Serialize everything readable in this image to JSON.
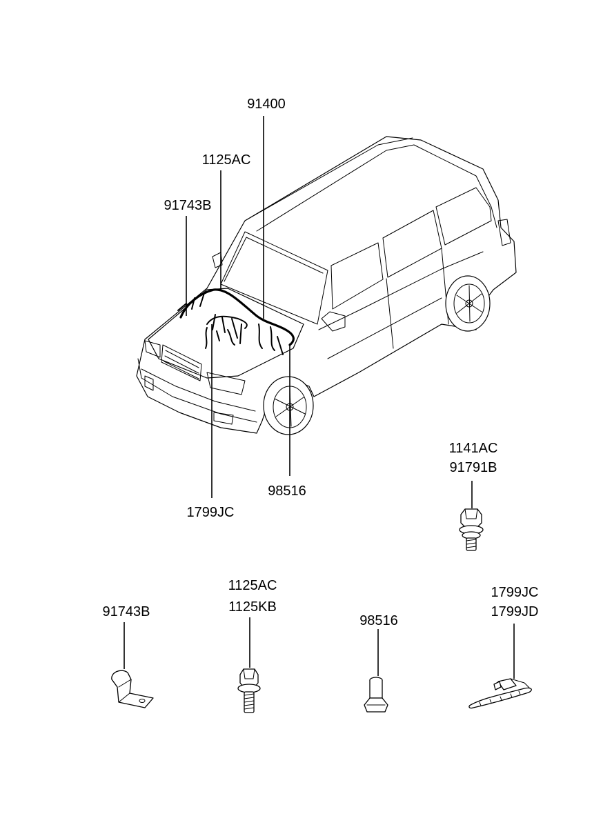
{
  "callouts": {
    "harness": "91400",
    "bolt_top": "1125AC",
    "clip_top": "91743B",
    "tie_top": "1799JC",
    "grommet_top": "98516",
    "flange_bolt_a": "1141AC",
    "flange_bolt_b": "91791B",
    "clip_part": "91743B",
    "bolt_part_a": "1125AC",
    "bolt_part_b": "1125KB",
    "grommet_part": "98516",
    "tie_part_a": "1799JC",
    "tie_part_b": "1799JD"
  }
}
